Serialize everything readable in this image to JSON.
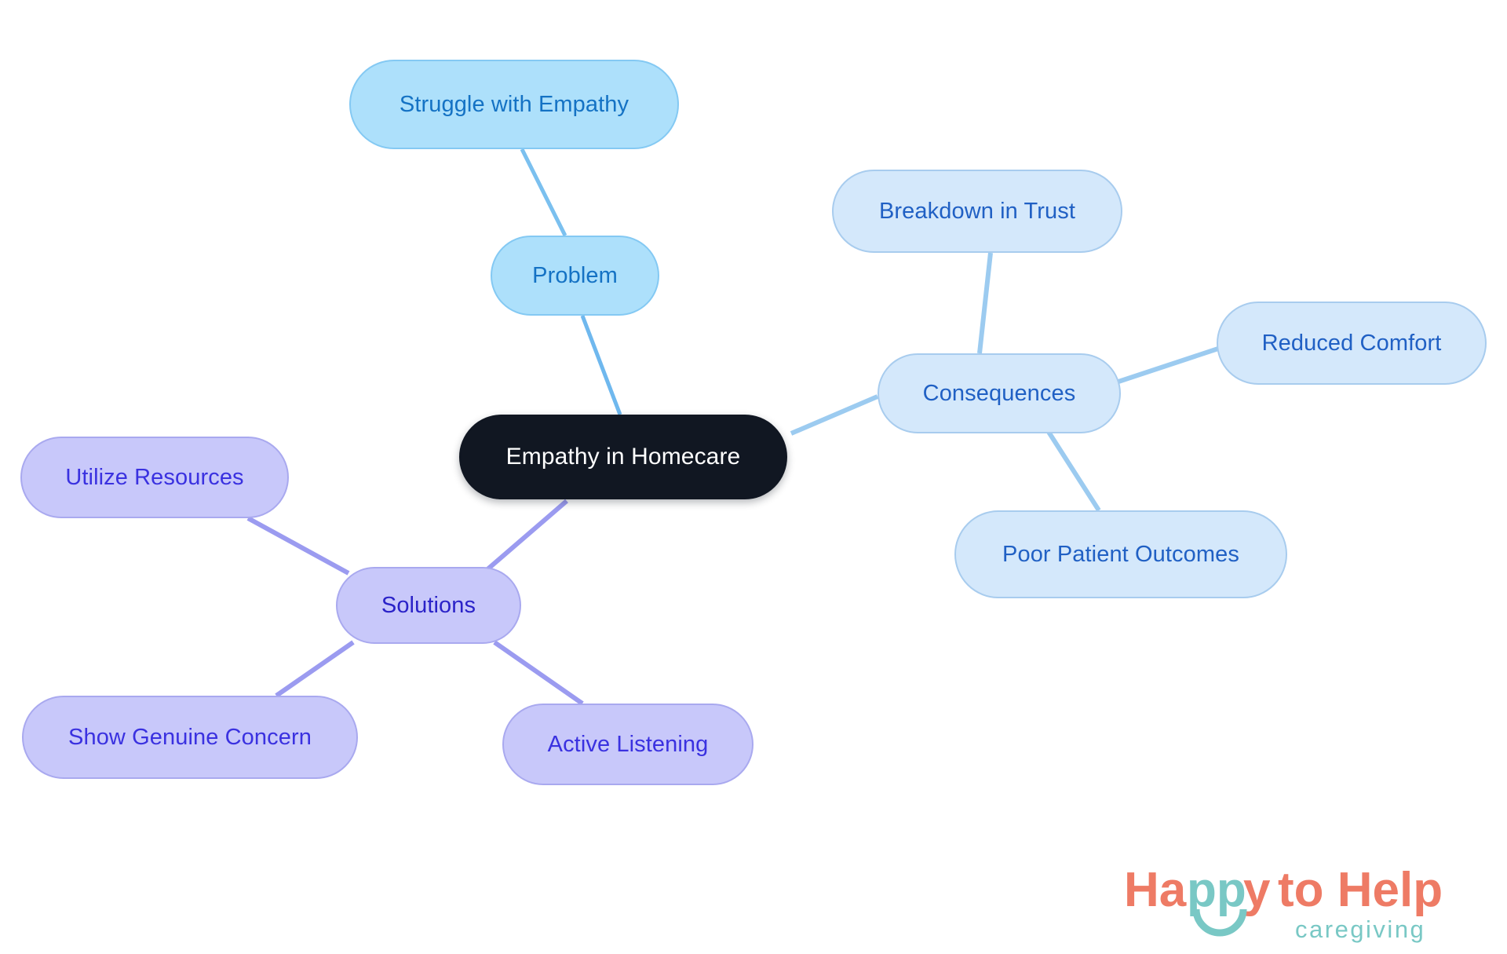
{
  "diagram": {
    "title": "Empathy in Homecare",
    "type": "mind-map",
    "background": "#ffffff"
  },
  "colors": {
    "root_fill": "#111722",
    "root_text": "#ffffff",
    "branch_blue_fill": "#ade0fb",
    "branch_blue_border": "#84c9f3",
    "branch_blue_text": "#1472c4",
    "leaf_blue_fill": "#d4e8fb",
    "leaf_blue_border": "#a8ccee",
    "leaf_blue_text": "#2060c4",
    "purple_fill": "#c8c8fa",
    "purple_border": "#a9a9ef",
    "purple_text": "#3a31e0",
    "edge_blue": "#9ccbf0",
    "edge_purple": "#9b9bf0",
    "logo_coral": "#ee7b65",
    "logo_teal": "#79c8c5"
  },
  "nodes": {
    "root": {
      "label": "Empathy in Homecare"
    },
    "problem": {
      "label": "Problem"
    },
    "struggle": {
      "label": "Struggle with Empathy"
    },
    "consequences": {
      "label": "Consequences"
    },
    "breakdown": {
      "label": "Breakdown in Trust"
    },
    "reduced_comfort": {
      "label": "Reduced Comfort"
    },
    "poor_outcomes": {
      "label": "Poor Patient Outcomes"
    },
    "solutions": {
      "label": "Solutions"
    },
    "utilize": {
      "label": "Utilize Resources"
    },
    "concern": {
      "label": "Show Genuine Concern"
    },
    "listening": {
      "label": "Active Listening"
    }
  },
  "logo": {
    "word_ha": "Ha",
    "word_pp": "pp",
    "word_y": "y",
    "word_to_help": " to Help",
    "tagline": "caregiving"
  }
}
